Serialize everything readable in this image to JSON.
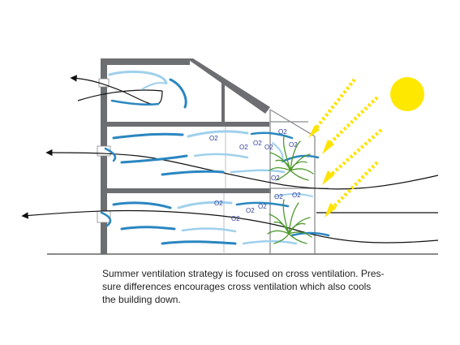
{
  "caption": {
    "line1": "Summer ventilation strategy is focused on cross ventilation. Pres-",
    "line2": "sure differences encourages cross ventilation which also cools",
    "line3": "the building down."
  },
  "oxygen_labels": [
    "O2",
    "O2",
    "O2",
    "O2",
    "O2",
    "O2",
    "O2",
    "O2",
    "O2",
    "O2",
    "O2",
    "O2",
    "O2"
  ],
  "colors": {
    "building_wall": "#6d6e71",
    "air_flow": "#2a86c0",
    "air_flow_light": "#9fd0ec",
    "sun": "#ffe800",
    "sun_rays": "#ffe300",
    "wind_arrow": "#111111",
    "plant": "#4e9a2e",
    "glass": "#8a8c8e",
    "oxygen_text": "#2f3f9a"
  },
  "icons": {
    "sun": "sun-icon",
    "plant": "plant-icon",
    "wind_arrow": "wind-arrow-icon",
    "sun_ray": "sun-ray-arrow-icon"
  }
}
